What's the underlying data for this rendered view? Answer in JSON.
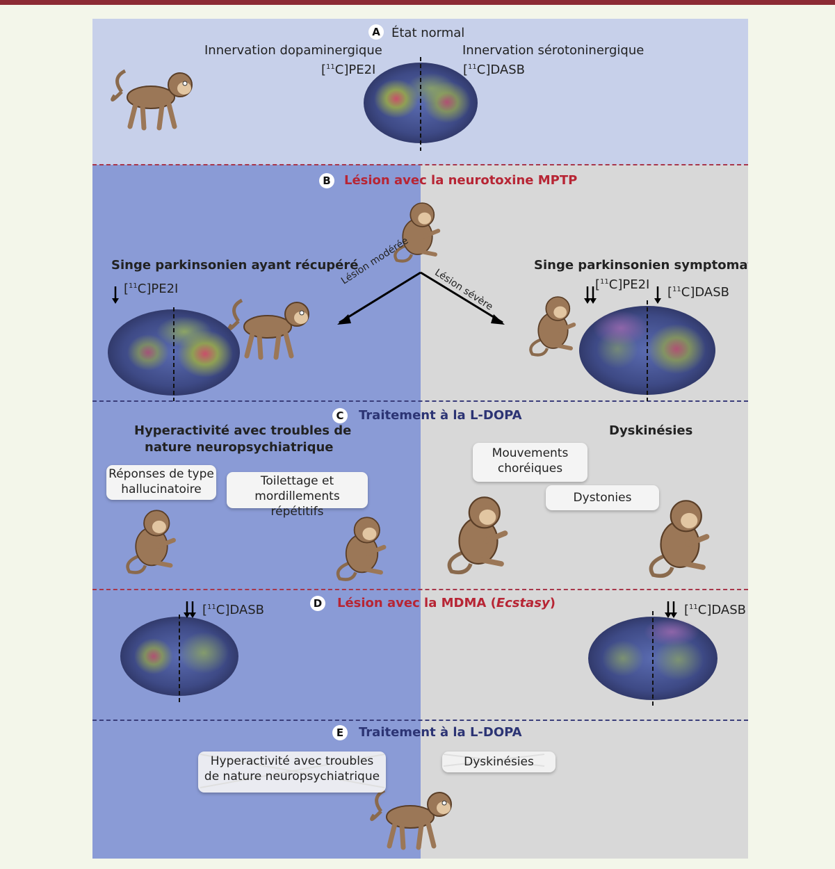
{
  "panelA": {
    "letter": "A",
    "title": "État normal",
    "left_label": "Innervation dopaminergique",
    "left_tracer": "[11C]PE2I",
    "right_label": "Innervation sérotoninergique",
    "right_tracer": "[11C]DASB"
  },
  "panelB": {
    "letter": "B",
    "title": "Lésion avec la neurotoxine MPTP",
    "left_title": "Singe parkinsonien ayant récupéré",
    "left_tracer": "[11C]PE2I",
    "right_title": "Singe parkinsonien symptomatique",
    "right_tracer1": "[11C]PE2I",
    "right_tracer2": "[11C]DASB",
    "arrow_left": "Lésion modérée",
    "arrow_right": "Lésion sévère"
  },
  "panelC": {
    "letter": "C",
    "title": "Traitement à la L-DOPA",
    "left_title_1": "Hyperactivité avec troubles de",
    "left_title_2": "nature neuropsychiatrique",
    "right_title": "Dyskinésies",
    "bubble1_l1": "Réponses de type",
    "bubble1_l2": "hallucinatoire",
    "bubble2_l1": "Toilettage et",
    "bubble2_l2": "mordillements répétitifs",
    "bubble3_l1": "Mouvements",
    "bubble3_l2": "choréiques",
    "bubble4": "Dystonies"
  },
  "panelD": {
    "letter": "D",
    "title_prefix": "Lésion avec la MDMA (",
    "title_italic": "Ecstasy",
    "title_suffix": ")",
    "left_tracer": "[11C]DASB",
    "right_tracer": "[11C]DASB"
  },
  "panelE": {
    "letter": "E",
    "title": "Traitement  à la L-DOPA",
    "bubble_left_l1": "Hyperactivité avec troubles",
    "bubble_left_l2": "de nature neuropsychiatrique",
    "bubble_right": "Dyskinésies"
  },
  "colors": {
    "top_bar": "#8c2b35",
    "panel_a_bg": "#c7d0ea",
    "left_col_bg": "#8a9bd6",
    "right_col_bg": "#d8d8d8",
    "red_title": "#b72534",
    "navy_title": "#2c3474"
  },
  "icons": [
    "monkey-walking",
    "monkey-crouching",
    "monkey-pointing",
    "monkey-grooming",
    "monkey-dancing",
    "monkey-dystonic",
    "pet-brain-scan",
    "down-arrow",
    "double-down-arrow"
  ]
}
